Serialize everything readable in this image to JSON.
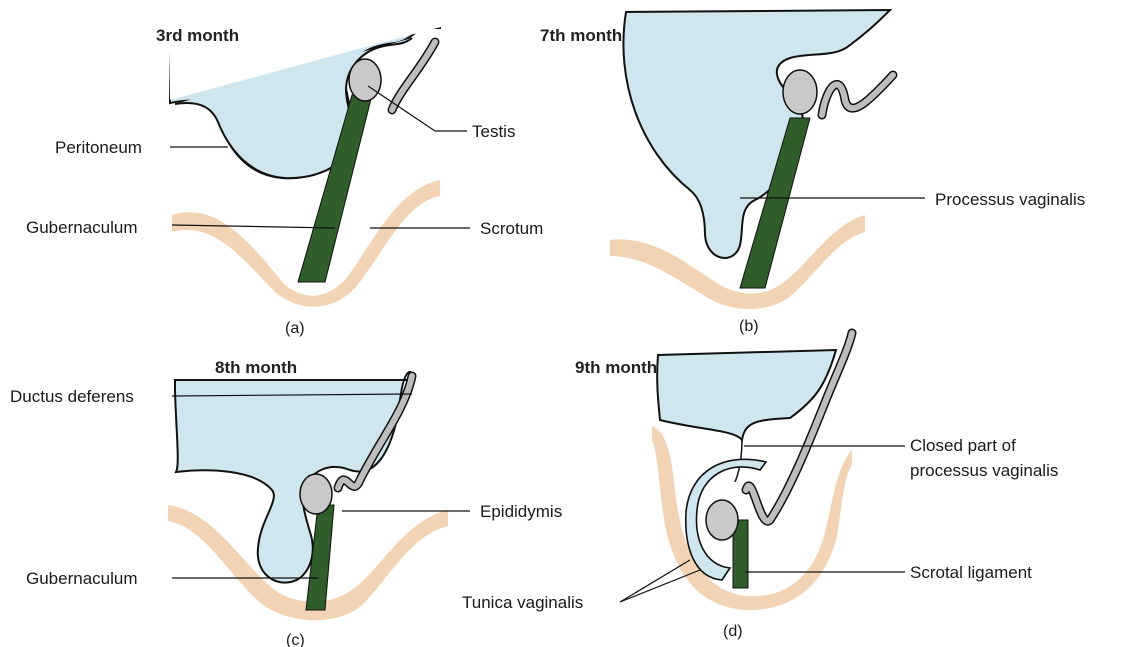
{
  "panels": {
    "a": {
      "title": "3rd month",
      "caption": "(a)",
      "labels": {
        "peritoneum": "Peritoneum",
        "testis": "Testis",
        "gubernaculum": "Gubernaculum",
        "scrotum": "Scrotum"
      }
    },
    "b": {
      "title": "7th month",
      "caption": "(b)",
      "labels": {
        "processus_vaginalis": "Processus vaginalis"
      }
    },
    "c": {
      "title": "8th month",
      "caption": "(c)",
      "labels": {
        "ductus_deferens": "Ductus deferens",
        "epididymis": "Epididymis",
        "gubernaculum": "Gubernaculum"
      }
    },
    "d": {
      "title": "9th month",
      "caption": "(d)",
      "labels": {
        "closed_part_line1": "Closed part of",
        "closed_part_line2": "processus vaginalis",
        "scrotal_ligament": "Scrotal ligament",
        "tunica_vaginalis": "Tunica vaginalis"
      }
    }
  },
  "colors": {
    "peritoneal_cavity": "#cfe6ee",
    "scrotum": "#f2d3b3",
    "gubernaculum": "#2f5e2a",
    "testis": "#c9c9c9",
    "ductus": "#bdbdbd"
  }
}
